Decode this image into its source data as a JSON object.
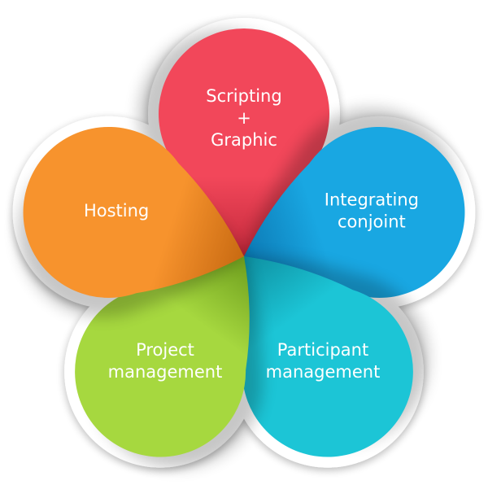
{
  "center_label": "",
  "petals": [
    {
      "id": "scripting-graphic",
      "lines": [
        "Scripting",
        "+",
        "Graphic"
      ],
      "color": "#f2475a",
      "shade": "#c42a3c"
    },
    {
      "id": "integrating-conjoint",
      "lines": [
        "Integrating",
        "conjoint"
      ],
      "color": "#19a7e2",
      "shade": "#0c79b4"
    },
    {
      "id": "participant-management",
      "lines": [
        "Participant",
        "management"
      ],
      "color": "#1cc5d6",
      "shade": "#0e8fa0"
    },
    {
      "id": "project-management",
      "lines": [
        "Project",
        "management"
      ],
      "color": "#a6d83f",
      "shade": "#6f9f1e"
    },
    {
      "id": "hosting",
      "lines": [
        "Hosting"
      ],
      "color": "#f7932d",
      "shade": "#c86a12"
    }
  ]
}
